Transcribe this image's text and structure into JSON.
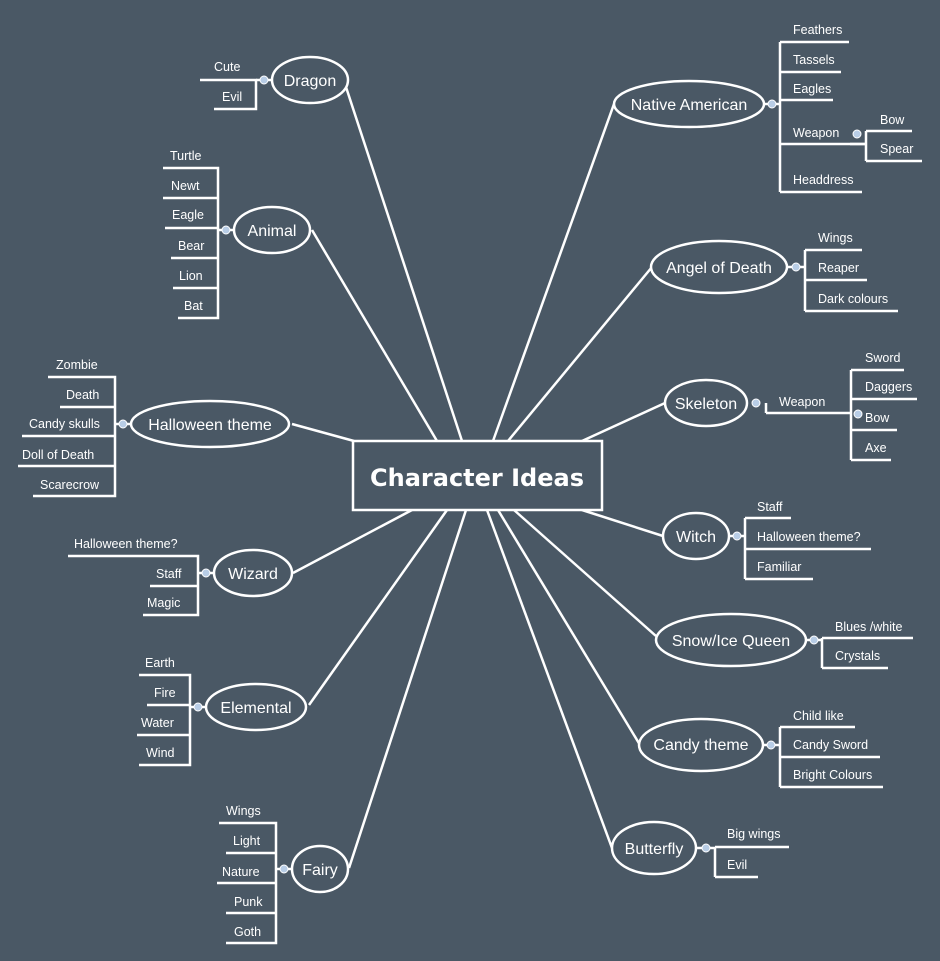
{
  "colors": {
    "background": "#4a5865",
    "line": "#ffffff",
    "connector_dot": "#b8cde6"
  },
  "central": {
    "label": "Character Ideas"
  },
  "topics": [
    {
      "id": "dragon",
      "label": "Dragon",
      "children": [
        "Cute",
        "Evil"
      ]
    },
    {
      "id": "animal",
      "label": "Animal",
      "children": [
        "Turtle",
        "Newt",
        "Eagle",
        "Bear",
        "Lion",
        "Bat"
      ]
    },
    {
      "id": "halloween",
      "label": "Halloween theme",
      "children": [
        "Zombie",
        "Death",
        "Candy skulls",
        "Doll of Death",
        "Scarecrow"
      ]
    },
    {
      "id": "wizard",
      "label": "Wizard",
      "children": [
        "Halloween theme?",
        "Staff",
        "Magic"
      ]
    },
    {
      "id": "elemental",
      "label": "Elemental",
      "children": [
        "Earth",
        "Fire",
        "Water",
        "Wind"
      ]
    },
    {
      "id": "fairy",
      "label": "Fairy",
      "children": [
        "Wings",
        "Light",
        "Nature",
        "Punk",
        "Goth"
      ]
    },
    {
      "id": "native-american",
      "label": "Native American",
      "children": [
        "Feathers",
        "Tassels",
        "Eagles",
        "Weapon",
        "Headdress"
      ],
      "weapon_children": [
        "Bow",
        "Spear"
      ]
    },
    {
      "id": "angel-of-death",
      "label": "Angel of Death",
      "children": [
        "Wings",
        "Reaper",
        "Dark colours"
      ]
    },
    {
      "id": "skeleton",
      "label": "Skeleton",
      "children": [
        "Weapon"
      ],
      "weapon_children": [
        "Sword",
        "Daggers",
        "Bow",
        "Axe"
      ]
    },
    {
      "id": "witch",
      "label": "Witch",
      "children": [
        "Staff",
        "Halloween theme?",
        "Familiar"
      ]
    },
    {
      "id": "snow-ice-queen",
      "label": "Snow/Ice Queen",
      "children": [
        "Blues /white",
        "Crystals"
      ]
    },
    {
      "id": "candy-theme",
      "label": "Candy theme",
      "children": [
        "Child like",
        "Candy Sword",
        "Bright Colours"
      ]
    },
    {
      "id": "butterfly",
      "label": "Butterfly",
      "children": [
        "Big wings",
        "Evil"
      ]
    }
  ]
}
